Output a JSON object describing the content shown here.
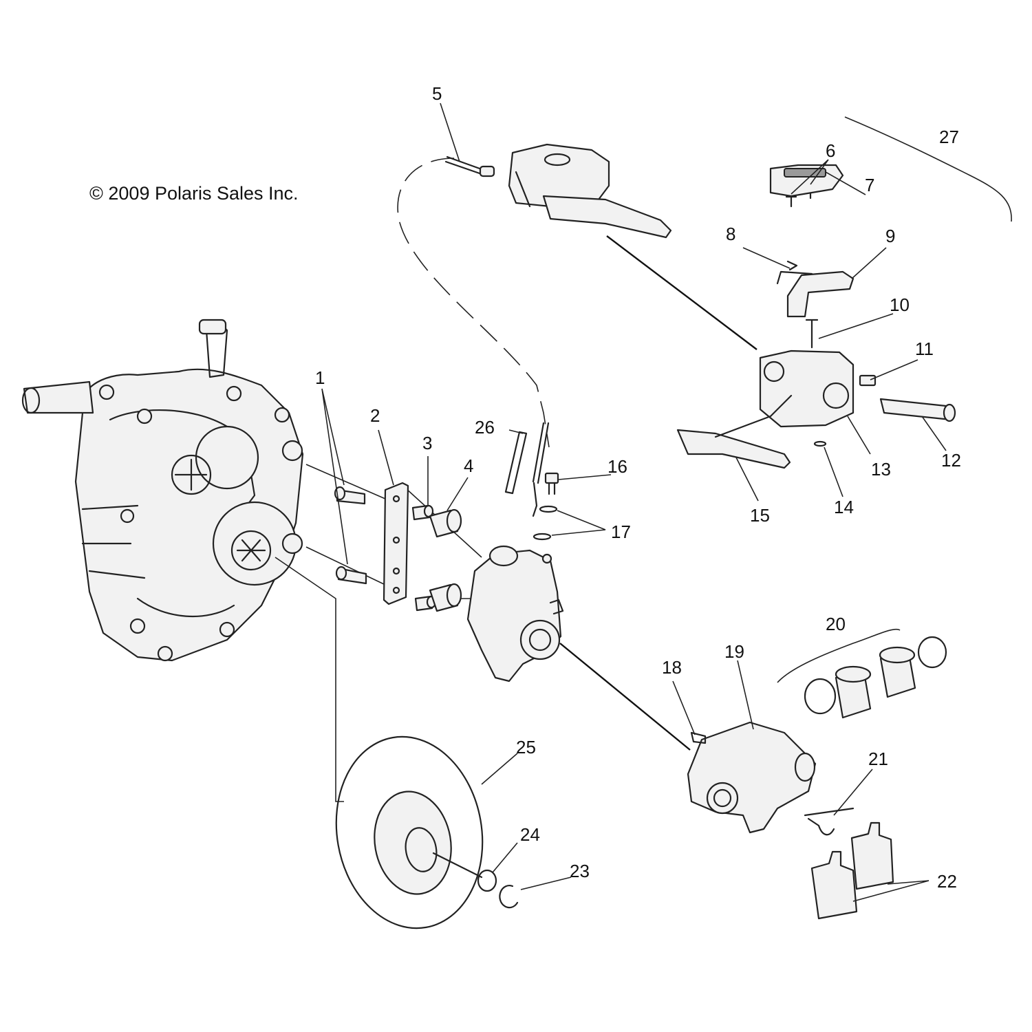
{
  "copyright": "© 2009 Polaris Sales Inc.",
  "callouts": [
    "1",
    "2",
    "3",
    "4",
    "5",
    "6",
    "7",
    "8",
    "9",
    "10",
    "11",
    "12",
    "13",
    "14",
    "15",
    "16",
    "17",
    "18",
    "19",
    "20",
    "21",
    "22",
    "23",
    "24",
    "25",
    "26",
    "27"
  ],
  "icons": {
    "gearcase": "gearcase-assembly-icon",
    "master_cylinder": "master-cylinder-icon",
    "caliper": "brake-caliper-icon",
    "rotor": "brake-disc-icon",
    "pad": "brake-pad-icon"
  }
}
